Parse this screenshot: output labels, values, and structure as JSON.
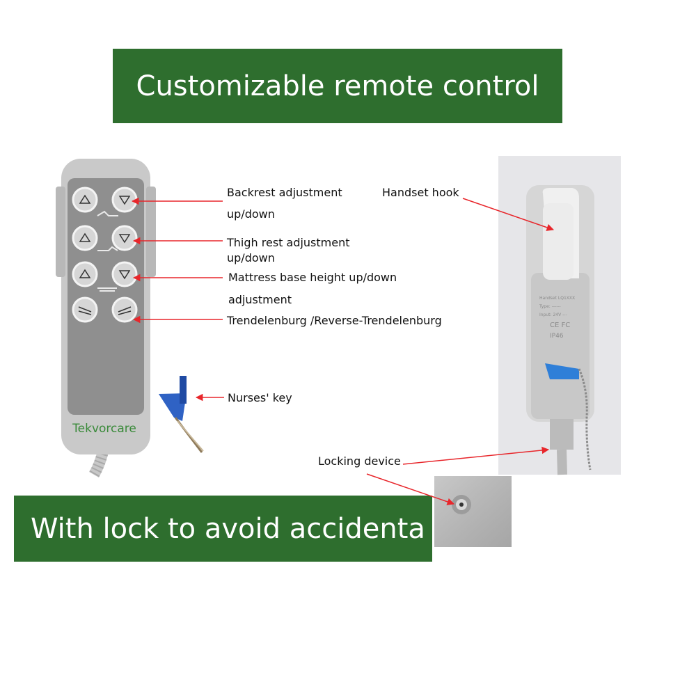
{
  "banners": {
    "top": "Customizable remote control",
    "bottom": "With lock to avoid accidenta"
  },
  "remote": {
    "brand": "Tekvorcare",
    "buttons": [
      "up-arrow",
      "down-arrow",
      "up-arrow",
      "down-arrow",
      "up-arrow",
      "down-arrow",
      "trendelenburg",
      "reverse-trendelenburg"
    ]
  },
  "annotations": {
    "backrest_line1": "Backrest adjustment",
    "backrest_line2": "up/down",
    "thigh_line1": "Thigh rest adjustment",
    "thigh_line2": "up/down",
    "mattress_line1": "Mattress base height up/down",
    "mattress_line2": "adjustment",
    "trendelenburg": "Trendelenburg /Reverse-Trendelenburg",
    "nurses_key": "Nurses' key",
    "handset_hook": "Handset hook",
    "locking_device": "Locking device"
  },
  "colors": {
    "banner_green": "#2e6e2e",
    "arrow_red": "#e8262b",
    "brand_green": "#3a8a3a",
    "key_blue": "#2f62c4"
  }
}
